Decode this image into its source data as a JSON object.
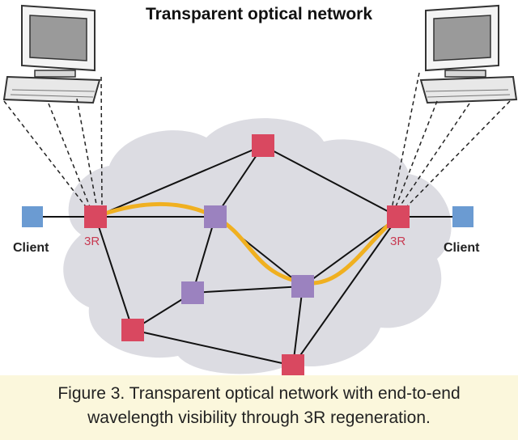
{
  "title": "Transparent optical network",
  "caption": {
    "line1": "Figure 3. Transparent optical network with end-to-end",
    "line2": "wavelength visibility through 3R regeneration."
  },
  "labels": {
    "client_left": "Client",
    "client_right": "Client",
    "regen_left": "3R",
    "regen_right": "3R"
  },
  "nodes": [
    {
      "id": "regen-left",
      "role": "3R regenerator",
      "color": "#d94860"
    },
    {
      "id": "top",
      "role": "network node",
      "color": "#d94860"
    },
    {
      "id": "regen-right",
      "role": "3R regenerator",
      "color": "#d94860"
    },
    {
      "id": "mid-left",
      "role": "transparent node",
      "color": "#9b82bf"
    },
    {
      "id": "mid-center",
      "role": "transparent node",
      "color": "#9b82bf"
    },
    {
      "id": "mid-right",
      "role": "transparent node",
      "color": "#9b82bf"
    },
    {
      "id": "bottom-left",
      "role": "network node",
      "color": "#d94860"
    },
    {
      "id": "bottom",
      "role": "network node",
      "color": "#d94860"
    },
    {
      "id": "client-left",
      "role": "client",
      "color": "#6b9bd2"
    },
    {
      "id": "client-right",
      "role": "client",
      "color": "#6b9bd2"
    }
  ],
  "links": [
    [
      "client-left",
      "regen-left"
    ],
    [
      "regen-right",
      "client-right"
    ],
    [
      "regen-left",
      "top"
    ],
    [
      "regen-left",
      "mid-left"
    ],
    [
      "regen-left",
      "bottom-left"
    ],
    [
      "top",
      "mid-left"
    ],
    [
      "top",
      "regen-right"
    ],
    [
      "mid-left",
      "mid-right"
    ],
    [
      "mid-left",
      "mid-center"
    ],
    [
      "mid-center",
      "bottom-left"
    ],
    [
      "mid-center",
      "mid-right"
    ],
    [
      "mid-right",
      "regen-right"
    ],
    [
      "mid-right",
      "bottom"
    ],
    [
      "bottom-left",
      "bottom"
    ],
    [
      "regen-right",
      "bottom"
    ]
  ],
  "lightpath": [
    "regen-left",
    "mid-left",
    "mid-right",
    "regen-right"
  ],
  "colors": {
    "cloud": "#dcdce2",
    "red_node": "#d94860",
    "purple_node": "#9b82bf",
    "client_node": "#6b9bd2",
    "lightpath": "#f0b020",
    "caption_bg": "#fbf7dc",
    "link": "#111111"
  },
  "icons": [
    "computer-monitor-icon",
    "computer-monitor-icon"
  ]
}
